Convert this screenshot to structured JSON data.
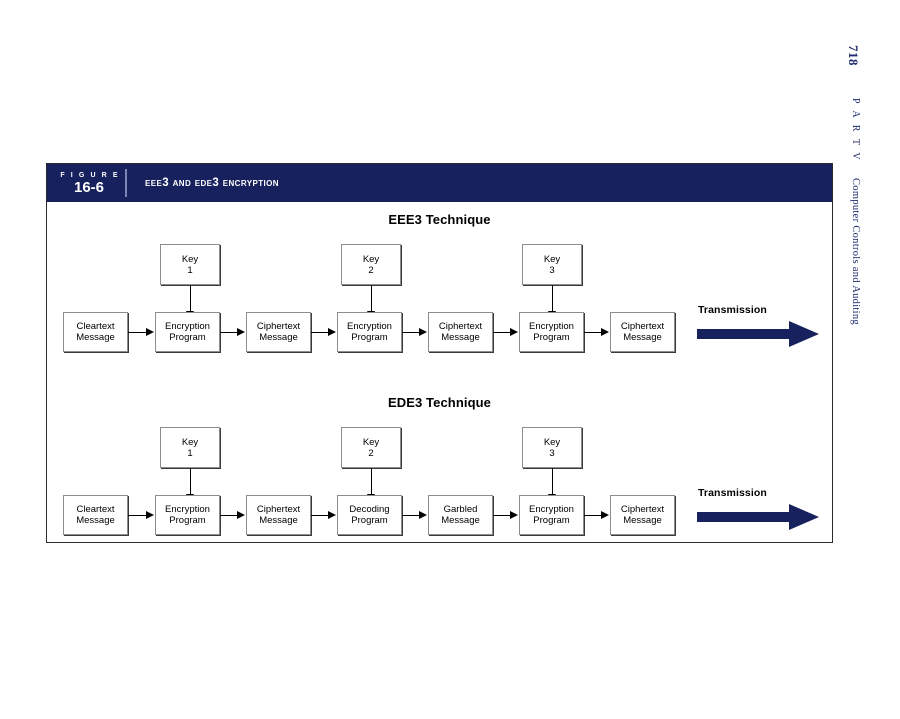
{
  "page": {
    "number": "718",
    "part_label": "P A R T  V",
    "running_head": "Computer Controls and Auditing"
  },
  "figure": {
    "figure_word": "F I G U R E",
    "number": "16-6",
    "title": "EEE3 and EDE3 Encryption",
    "header_color": "#17215e",
    "accent_color": "#1d2a6e"
  },
  "diagrams": [
    {
      "title": "EEE3 Technique",
      "keys": [
        {
          "line1": "Key",
          "line2": "1"
        },
        {
          "line1": "Key",
          "line2": "2"
        },
        {
          "line1": "Key",
          "line2": "3"
        }
      ],
      "flow": [
        {
          "line1": "Cleartext",
          "line2": "Message"
        },
        {
          "line1": "Encryption",
          "line2": "Program"
        },
        {
          "line1": "Ciphertext",
          "line2": "Message"
        },
        {
          "line1": "Encryption",
          "line2": "Program"
        },
        {
          "line1": "Ciphertext",
          "line2": "Message"
        },
        {
          "line1": "Encryption",
          "line2": "Program"
        },
        {
          "line1": "Ciphertext",
          "line2": "Message"
        }
      ],
      "transmission_label": "Transmission"
    },
    {
      "title": "EDE3 Technique",
      "keys": [
        {
          "line1": "Key",
          "line2": "1"
        },
        {
          "line1": "Key",
          "line2": "2"
        },
        {
          "line1": "Key",
          "line2": "3"
        }
      ],
      "flow": [
        {
          "line1": "Cleartext",
          "line2": "Message"
        },
        {
          "line1": "Encryption",
          "line2": "Program"
        },
        {
          "line1": "Ciphertext",
          "line2": "Message"
        },
        {
          "line1": "Decoding",
          "line2": "Program"
        },
        {
          "line1": "Garbled",
          "line2": "Message"
        },
        {
          "line1": "Encryption",
          "line2": "Program"
        },
        {
          "line1": "Ciphertext",
          "line2": "Message"
        }
      ],
      "transmission_label": "Transmission"
    }
  ]
}
